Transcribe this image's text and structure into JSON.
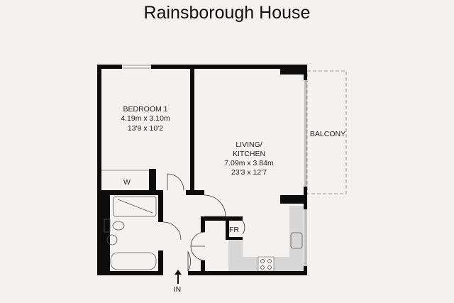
{
  "title": "Rainsborough House",
  "rooms": {
    "bedroom": {
      "name": "BEDROOM 1",
      "metric": "4.19m x 3.10m",
      "imperial": "13'9 x 10'2"
    },
    "living": {
      "name_line1": "LIVING/",
      "name_line2": "KITCHEN",
      "metric": "7.09m x 3.84m",
      "imperial": "23'3 x 12'7"
    },
    "balcony": {
      "name": "BALCONY"
    },
    "wardrobe": {
      "name": "W"
    },
    "fridge": {
      "name": "FR"
    }
  },
  "entrance": {
    "label": "IN"
  },
  "colors": {
    "wall": "#0c0c0c",
    "kitchen": "#d6d6d6",
    "background": "#f3f2f1"
  }
}
